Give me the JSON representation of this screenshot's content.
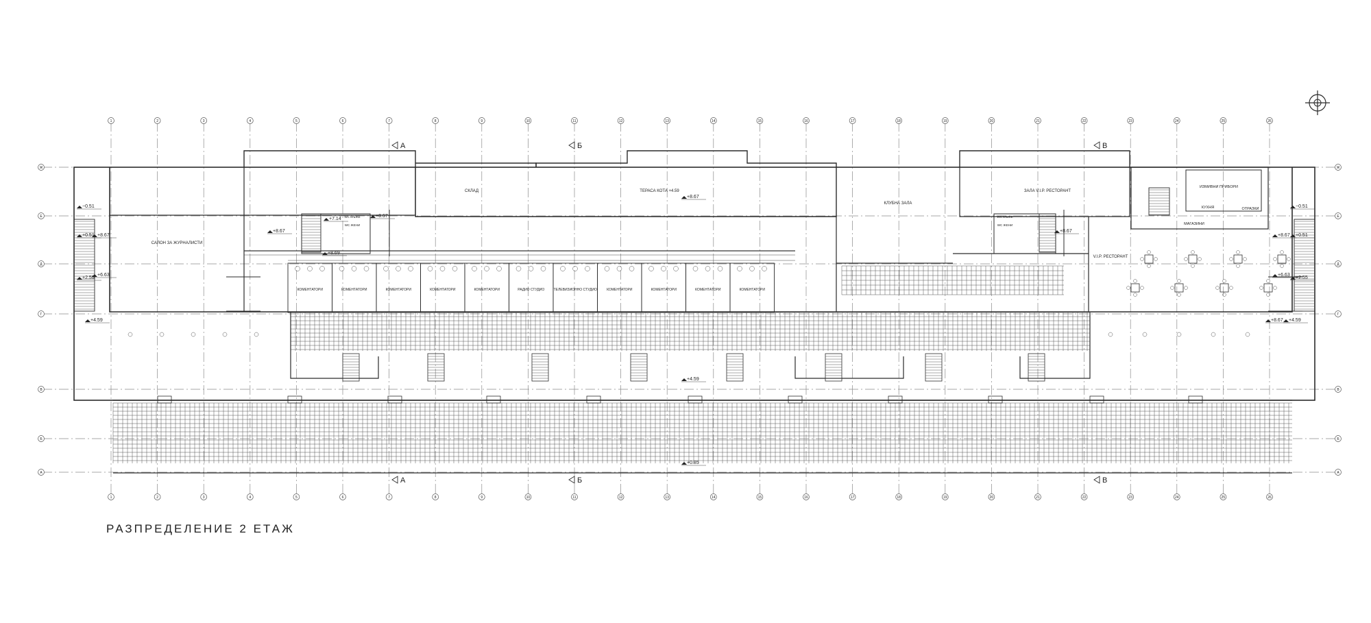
{
  "drawing": {
    "title": "РАЗПРЕДЕЛЕНИЕ 2 ЕТАЖ",
    "section_marks": [
      "А",
      "Б",
      "В"
    ],
    "rooms": {
      "journalists": "САЛОН ЗА ЖУРНАЛИСТИ",
      "warehouse": "СКЛАД",
      "terrace": "ТЕРАСА КОТА +4.59",
      "club": "КЛУБНА ЗАЛА",
      "vip_hall": "ЗАЛА V.I.P. РЕСТОРАНТ",
      "vip_restaurant": "V.I.P. РЕСТОРАНТ",
      "commentators": "КОМЕНТАТОРИ",
      "radio": "РАДИО СТУДИО",
      "tv": "ТЕЛЕВИЗИОННО СТУДИО",
      "kitchen": "КУХНЯ",
      "storage": "МАГАЗИНИ",
      "utility": "ИЗМИВНИ ПРИБОРИ",
      "wc_male": "WC МЪЖЕ",
      "wc_female": "WC ЖЕНИ",
      "dispatch": "ОТРАЗКИ"
    },
    "levels": {
      "l867": "+8.67",
      "l869": "+8.69",
      "l714": "+7.14",
      "l459": "+4.59",
      "l085": "+0.85",
      "l663": "+6.63",
      "l255": "+2.55",
      "l051": "+0.51",
      "lm051": "−0.51"
    },
    "grid_columns": [
      "1",
      "2",
      "3",
      "4",
      "5",
      "6",
      "7",
      "8",
      "9",
      "10",
      "11",
      "12",
      "13",
      "14",
      "15",
      "16",
      "17",
      "18",
      "19",
      "20",
      "21",
      "22",
      "23",
      "24",
      "25",
      "26"
    ],
    "grid_rows": [
      "А",
      "Б",
      "В",
      "Г",
      "Д",
      "Е",
      "Ж"
    ]
  }
}
